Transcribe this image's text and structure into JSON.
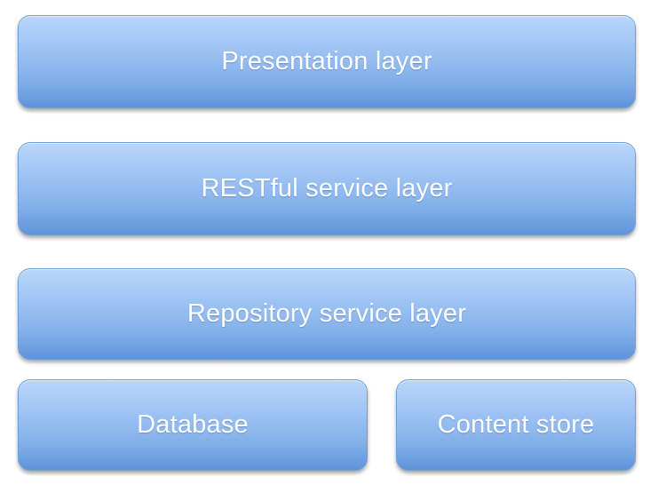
{
  "diagram": {
    "layers": {
      "presentation": "Presentation layer",
      "restful": "RESTful service layer",
      "repository": "Repository service layer",
      "database": "Database",
      "content_store": "Content store"
    },
    "colors": {
      "box_top": "#b9d6fb",
      "box_bottom": "#5f93da",
      "text": "#ffffff",
      "background": "#ffffff"
    }
  }
}
